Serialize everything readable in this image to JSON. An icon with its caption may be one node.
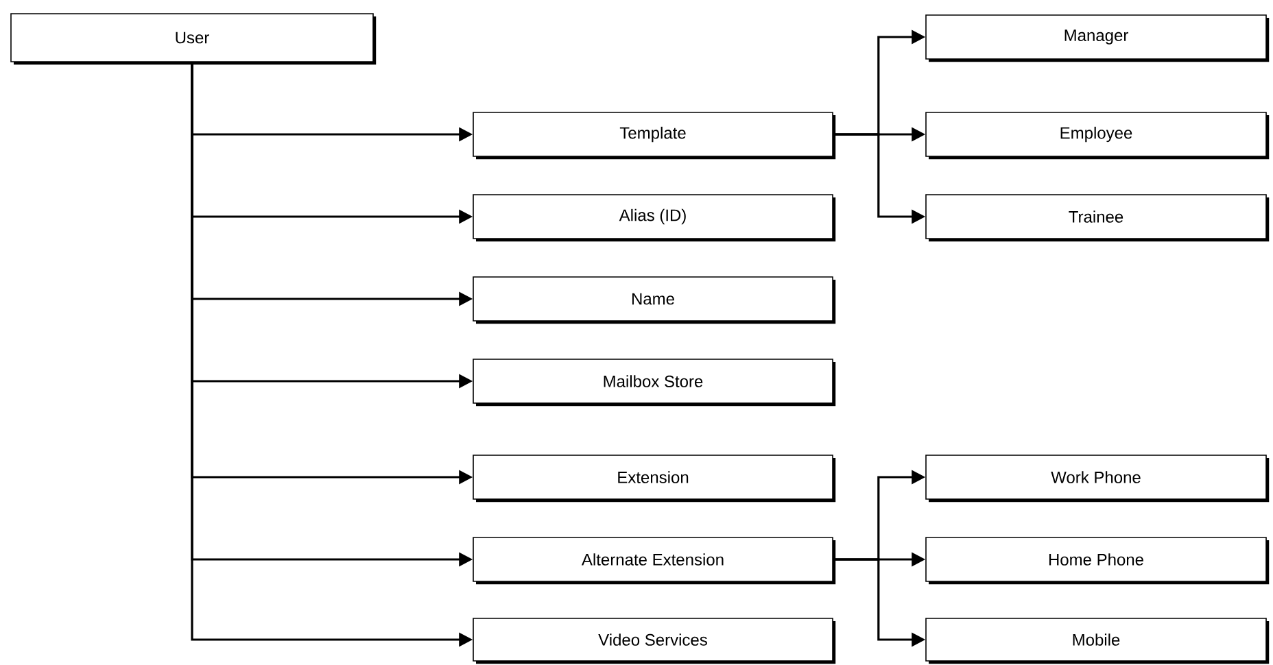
{
  "diagram": {
    "nodes": [
      {
        "text": [
          "User"
        ]
      },
      {
        "text": [
          "Template"
        ]
      },
      {
        "text": [
          "Alias (ID)"
        ]
      },
      {
        "text": [
          "Name"
        ]
      },
      {
        "text": [
          "Mailbox Store"
        ]
      },
      {
        "text": [
          "Extension"
        ]
      },
      {
        "text": [
          "Alternate Extension"
        ]
      },
      {
        "text": [
          "Video Services"
        ]
      },
      {
        "text": [
          "Manager"
        ]
      },
      {
        "text": [
          "Employee"
        ]
      },
      {
        "text": [
          "Trainee"
        ]
      },
      {
        "text": [
          "Work Phone"
        ]
      },
      {
        "text": [
          "Home Phone"
        ]
      },
      {
        "text": [
          "Mobile"
        ]
      }
    ],
    "edges": [
      {
        "from": 0,
        "to": 1,
        "arrow": "to"
      },
      {
        "from": 0,
        "to": 2,
        "arrow": "to"
      },
      {
        "from": 0,
        "to": 3,
        "arrow": "to"
      },
      {
        "from": 0,
        "to": 4,
        "arrow": "to"
      },
      {
        "from": 0,
        "to": 5,
        "arrow": "to"
      },
      {
        "from": 0,
        "to": 6,
        "arrow": "to"
      },
      {
        "from": 0,
        "to": 7,
        "arrow": "to"
      },
      {
        "from": 1,
        "to": 8,
        "arrow": "to"
      },
      {
        "from": 1,
        "to": 9,
        "arrow": "to"
      },
      {
        "from": 1,
        "to": 10,
        "arrow": "to"
      },
      {
        "from": 6,
        "to": 11,
        "arrow": "to"
      },
      {
        "from": 6,
        "to": 12,
        "arrow": "to"
      },
      {
        "from": 6,
        "to": 13,
        "arrow": "to"
      }
    ]
  }
}
